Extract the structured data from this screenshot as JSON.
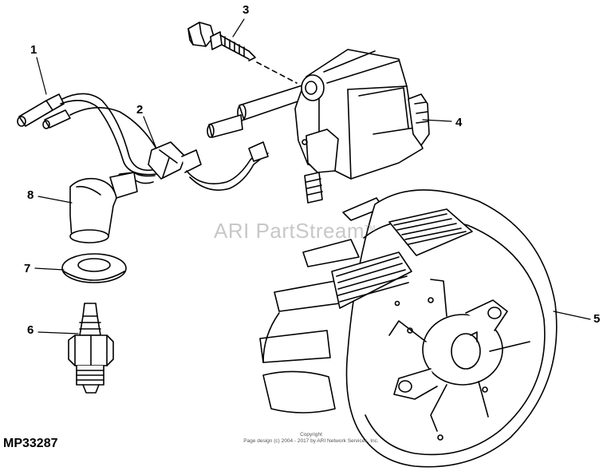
{
  "parts": [
    {
      "id": "1",
      "label": "1"
    },
    {
      "id": "2",
      "label": "2"
    },
    {
      "id": "3",
      "label": "3"
    },
    {
      "id": "4",
      "label": "4"
    },
    {
      "id": "5",
      "label": "5"
    },
    {
      "id": "6",
      "label": "6"
    },
    {
      "id": "7",
      "label": "7"
    },
    {
      "id": "8",
      "label": "8"
    }
  ],
  "watermark": {
    "text": "ARI PartStream",
    "mark": "TM"
  },
  "diagram_code": "MP33287",
  "copyright": {
    "line1": "Copyright",
    "line2": "Page design (c) 2004 - 2017 by ARI Network Services, Inc."
  }
}
